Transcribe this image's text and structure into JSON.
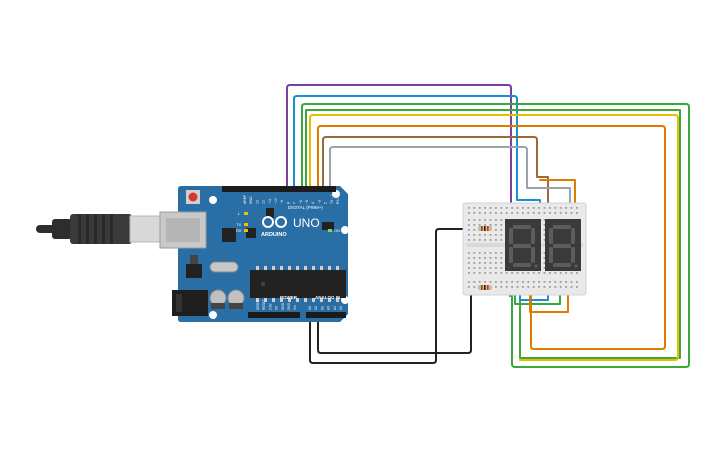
{
  "board": {
    "brand": "ARDUINO",
    "model": "UNO",
    "digital_header": "DIGITAL (PWM~)",
    "power_header": "POWER",
    "analog_header": "ANALOG IN",
    "tx": "TX",
    "rx": "RX",
    "on": "ON",
    "l": "L",
    "digital_pins": [
      "AREF",
      "GND",
      "13",
      "12",
      "~11",
      "~10",
      "~9",
      "8",
      "7",
      "~6",
      "~5",
      "4",
      "~3",
      "2",
      "TX→1",
      "RX←0"
    ],
    "power_pins": [
      "IOREF",
      "RESET",
      "3.3V",
      "5V",
      "GND",
      "GND",
      "Vin"
    ],
    "analog_pins": [
      "A0",
      "A1",
      "A2",
      "A3",
      "A4",
      "A5"
    ]
  },
  "displays": {
    "left_digit": "8",
    "right_digit": "8"
  },
  "colors": {
    "board": "#2a6ea6",
    "board_dark": "#1f5a8a",
    "wire_purple": "#7b3fa0",
    "wire_blue": "#1a8fd1",
    "wire_green": "#3aa83a",
    "wire_yellow": "#e6c000",
    "wire_orange": "#e07b00",
    "wire_brown": "#9a6a3a",
    "wire_gray": "#9aa4ad",
    "wire_black": "#222222",
    "breadboard": "#e9e9e9",
    "display_body": "#3a3a3a",
    "segment_off": "#5c5c5c"
  }
}
